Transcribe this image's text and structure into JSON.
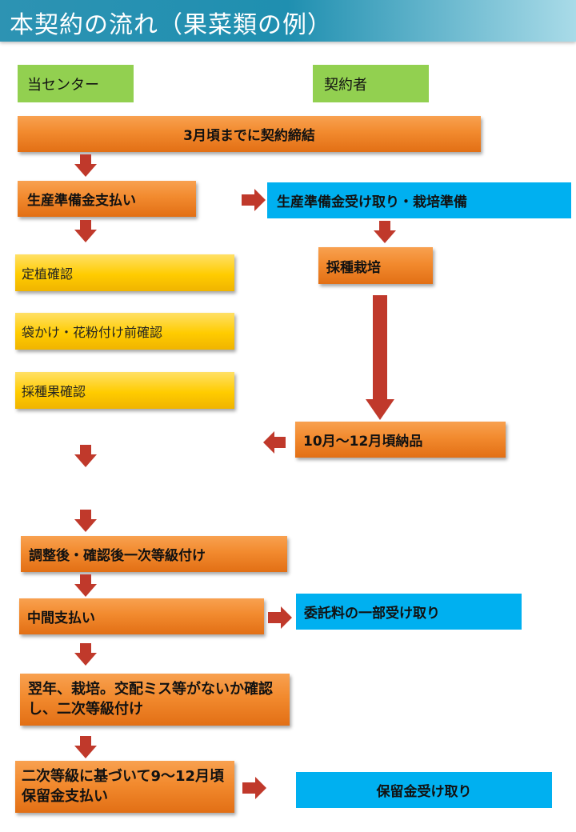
{
  "title": "本契約の流れ（果菜類の例）",
  "headers": {
    "center": "当センター",
    "contractor": "契約者"
  },
  "steps": {
    "contract": "3月頃までに契約締結",
    "prep_payment": "生産準備金支払い",
    "prep_receive": "生産準備金受け取り・栽培準備",
    "seed_cultivation": "採種栽培",
    "planting_check": "定植確認",
    "pollination_check": "袋かけ・花粉付け前確認",
    "fruit_check": "採種果確認",
    "delivery": "10月〜12月頃納品",
    "first_grading": "調整後・確認後一次等級付け",
    "interim_payment": "中間支払い",
    "fee_receive": "委託料の一部受け取り",
    "second_grading": "翌年、栽培。交配ミス等がないか確認し、二次等級付け",
    "retention_payment": "二次等級に基づいて9〜12月頃保留金支払い",
    "retention_receive": "保留金受け取り"
  },
  "colors": {
    "arrow": "#c0392b",
    "orange": "#f28a2e",
    "blue": "#00b0f0",
    "green": "#92d050",
    "yellow": "#ffcc00"
  }
}
